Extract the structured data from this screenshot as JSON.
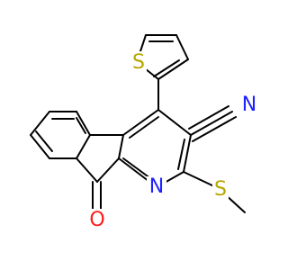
{
  "atom_labels": {
    "thiophene_sulfur": "S",
    "nitrile_nitrogen": "N",
    "pyridine_nitrogen": "N",
    "thioether_sulfur": "S",
    "ketone_oxygen": "O"
  },
  "colors": {
    "bond": "#000000",
    "sulfur": "#b5a600",
    "nitrogen": "#1f22ff",
    "oxygen": "#ff1a1a"
  }
}
